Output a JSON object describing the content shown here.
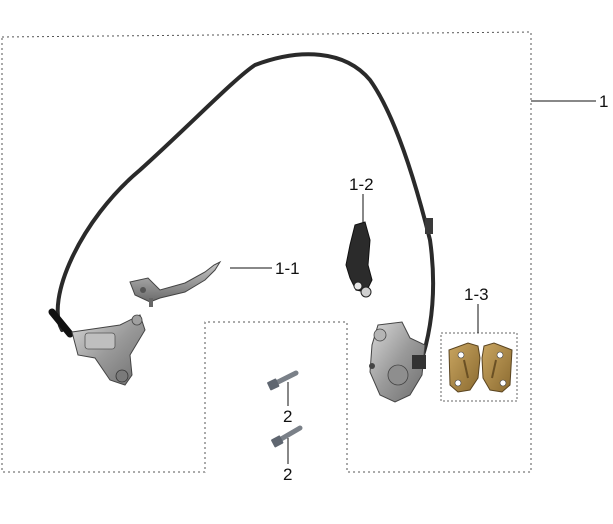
{
  "callouts": {
    "assembly": "1",
    "lever": "1-1",
    "bracket": "1-2",
    "pads": "1-3",
    "bolt_upper": "2",
    "bolt_lower": "2"
  }
}
